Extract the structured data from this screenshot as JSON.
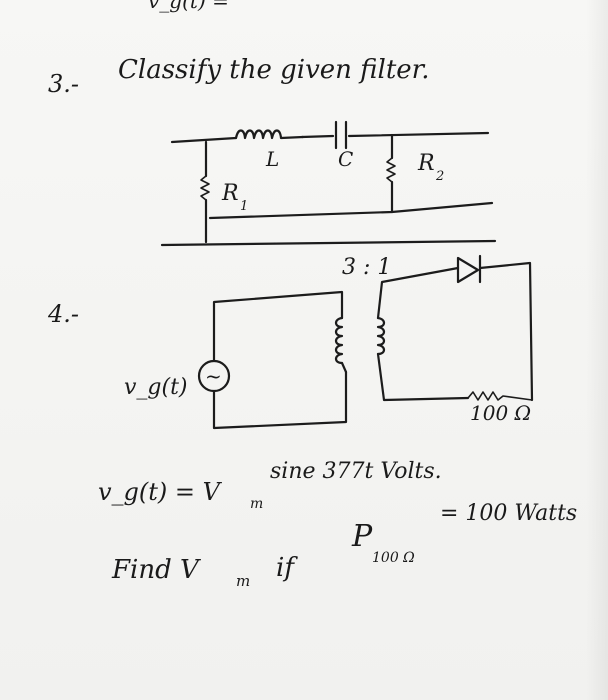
{
  "top_fragment": "v_g(t) =",
  "q3": {
    "number": "3.-",
    "text": "Classify the given filter.",
    "labels": {
      "L": "L",
      "C": "C",
      "R1": "R",
      "R1_sub": "1",
      "R2": "R",
      "R2_sub": "2"
    }
  },
  "q4": {
    "number": "4.-",
    "source_label": "v_g(t)",
    "source_symbol": "~",
    "ratio": "3 : 1",
    "resistor": "100 Ω",
    "equation_lhs": "v_g(t) = V",
    "equation_sub": "m",
    "equation_rhs": "sine 377t  Volts.",
    "find_prefix": "Find V",
    "find_sub": "m",
    "find_if": "if",
    "power_p": "P",
    "power_sub": "100 Ω",
    "power_value": "= 100 Watts"
  },
  "colors": {
    "ink": "#1a1a1a",
    "paper": "#f4f4f2"
  }
}
